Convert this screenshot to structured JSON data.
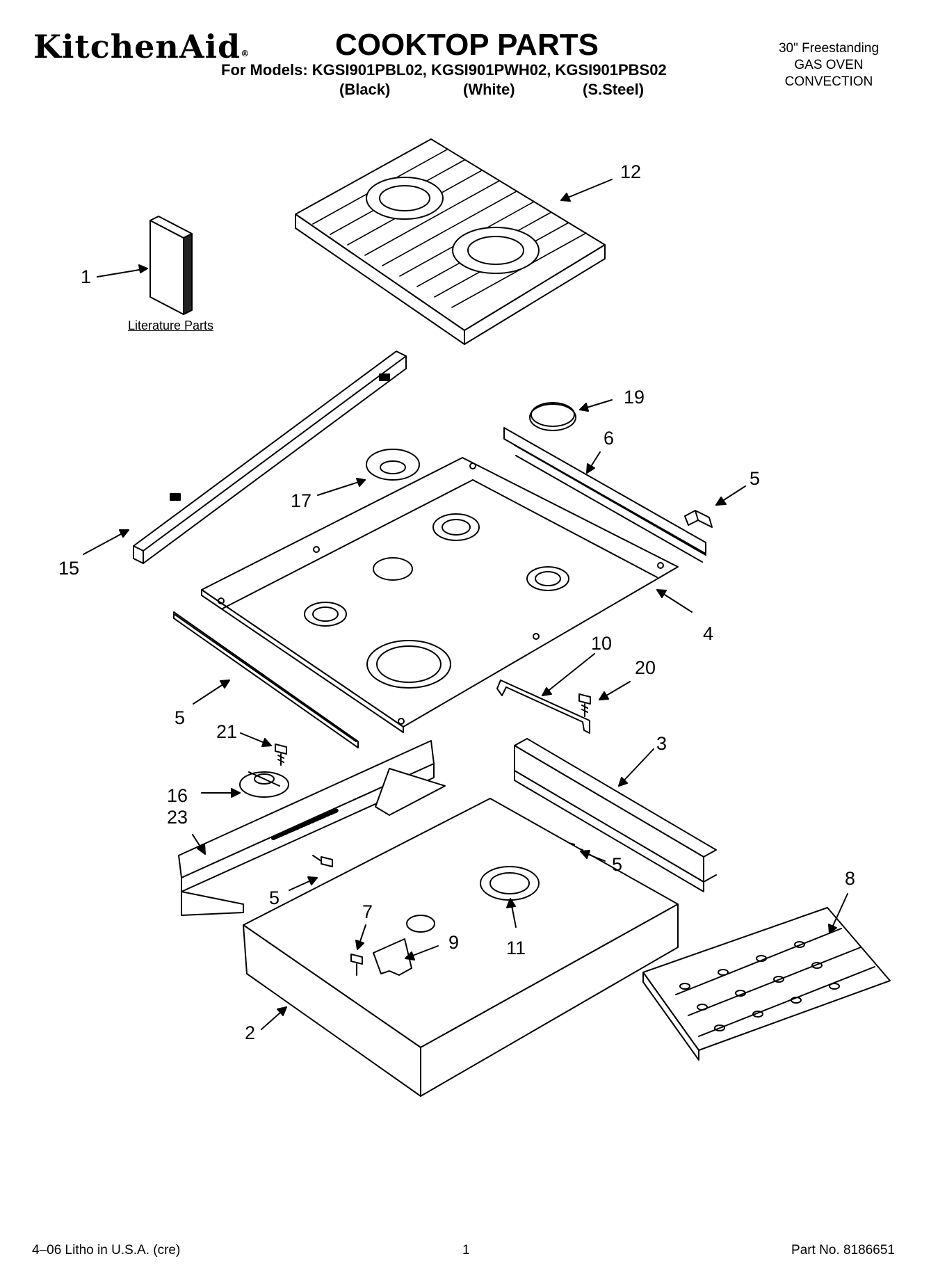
{
  "header": {
    "brand": "KitchenAid",
    "brand_mark": "®",
    "title": "COOKTOP PARTS",
    "models": "For Models: KGSI901PBL02, KGSI901PWH02, KGSI901PBS02",
    "variants": [
      "(Black)",
      "(White)",
      "(S.Steel)"
    ],
    "description": [
      "30\" Freestanding",
      "GAS OVEN",
      "CONVECTION"
    ]
  },
  "literature_label": "Literature Parts",
  "callouts": [
    "1",
    "12",
    "19",
    "6",
    "5",
    "17",
    "15",
    "4",
    "10",
    "20",
    "5",
    "21",
    "16",
    "23",
    "3",
    "5",
    "5",
    "8",
    "7",
    "9",
    "11",
    "2"
  ],
  "footer": {
    "left": "4–06 Litho in U.S.A. (cre)",
    "page": "1",
    "right": "Part No. 8186651"
  }
}
